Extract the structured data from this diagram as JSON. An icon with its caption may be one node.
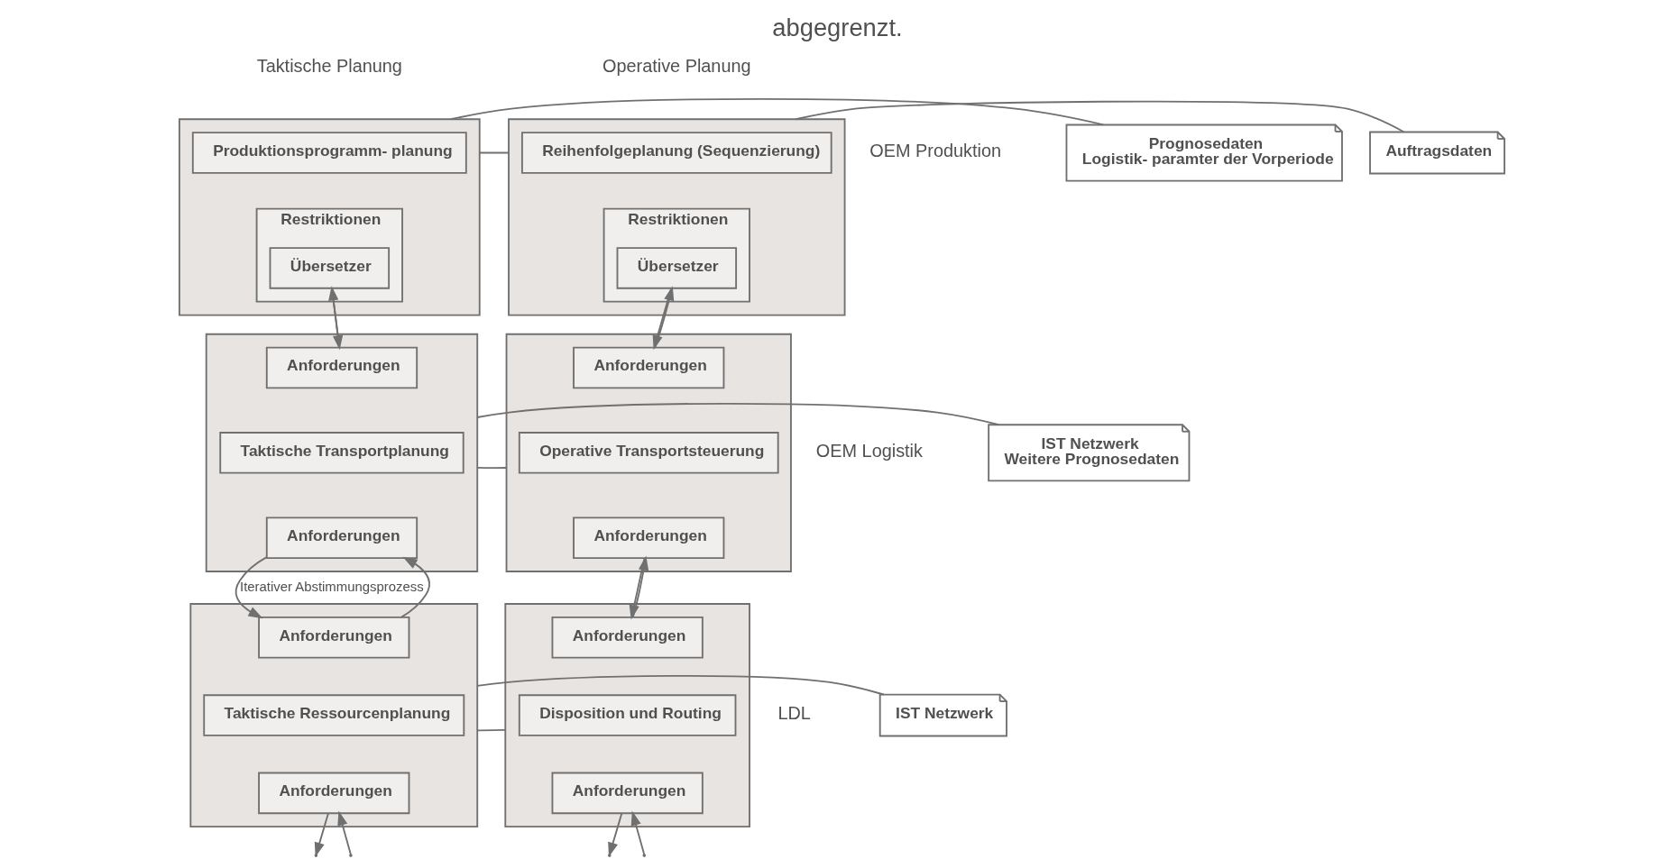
{
  "diagram": {
    "title": "abgegrenzt.",
    "nodes": [
      {
        "text": [],
        "shape": "chevron"
      },
      {
        "text": [
          "Produktionsprogramm- planung"
        ],
        "in": 0
      },
      {
        "text": [
          "Restriktionen"
        ],
        "in": 0
      },
      {
        "text": [
          "Übersetzer"
        ],
        "in": 2
      },
      {
        "text": [],
        "shape": "chevron"
      },
      {
        "text": [
          "Anforderungen"
        ],
        "in": 4
      },
      {
        "text": [
          "Taktische Transportplanung"
        ],
        "in": 4
      },
      {
        "text": [
          "Anforderungen"
        ],
        "in": 4
      },
      {
        "text": [],
        "shape": "chevron"
      },
      {
        "text": [
          "Anforderungen"
        ],
        "in": 8
      },
      {
        "text": [
          "Taktische Ressourcenplanung"
        ],
        "in": 8
      },
      {
        "text": [
          "Anforderungen"
        ],
        "in": 8
      },
      {
        "text": [],
        "shape": "chevron"
      },
      {
        "text": [
          "Reihenfolgeplanung (Sequenzierung)"
        ],
        "in": 12
      },
      {
        "text": [
          "Restriktionen"
        ],
        "in": 12
      },
      {
        "text": [
          "Übersetzer"
        ],
        "in": 14
      },
      {
        "text": [],
        "shape": "chevron"
      },
      {
        "text": [
          "Anforderungen"
        ],
        "in": 16
      },
      {
        "text": [
          "Operative Transportsteuerung"
        ],
        "in": 16
      },
      {
        "text": [
          "Anforderungen"
        ],
        "in": 16
      },
      {
        "text": [],
        "shape": "chevron"
      },
      {
        "text": [
          "Anforderungen"
        ],
        "in": 20
      },
      {
        "text": [
          "Disposition und Routing"
        ],
        "in": 20
      },
      {
        "text": [
          "Anforderungen"
        ],
        "in": 20
      },
      {
        "text": [
          "Prognosedaten",
          "Logistik- paramter der Vorperiode"
        ]
      },
      {
        "text": [
          "IST Netzwerk",
          "Weitere Prognosedaten"
        ]
      },
      {
        "text": [
          "IST Netzwerk"
        ]
      },
      {
        "text": [
          "Auftragsdaten"
        ]
      }
    ],
    "edges": [
      {
        "from": 24,
        "to": 0,
        "arrow": "none"
      },
      {
        "from": 0,
        "to": 12,
        "arrow": "none"
      },
      {
        "from": 27,
        "to": 12,
        "arrow": "none"
      },
      {
        "from": 25,
        "to": 4,
        "arrow": "none"
      },
      {
        "from": 4,
        "to": 16,
        "arrow": "none"
      },
      {
        "from": 26,
        "to": 8,
        "arrow": "none"
      },
      {
        "from": 8,
        "to": 20,
        "arrow": "none"
      },
      {
        "from": 3,
        "to": 5,
        "arrow": "to"
      },
      {
        "from": 5,
        "to": 3,
        "arrow": "to"
      },
      {
        "from": 15,
        "to": 17,
        "arrow": "to"
      },
      {
        "from": 17,
        "to": 15,
        "arrow": "to"
      },
      {
        "from": 7,
        "to": 9,
        "arrow": "to",
        "label": "Iterativer Abstimmungsprozess"
      },
      {
        "from": 9,
        "to": 7,
        "arrow": "to"
      },
      {
        "from": 19,
        "to": 21,
        "arrow": "to"
      },
      {
        "from": 21,
        "to": 19,
        "arrow": "to"
      },
      {
        "from": 11,
        "to": null,
        "arrow": "to"
      },
      {
        "from": null,
        "to": 11,
        "arrow": "to"
      },
      {
        "from": 23,
        "to": null,
        "arrow": "to"
      },
      {
        "from": null,
        "to": 23,
        "arrow": "to"
      }
    ],
    "labels": [
      "Taktische Planung",
      "Operative Planung",
      "OEM Produktion",
      "OEM Logistik",
      "LDL"
    ]
  }
}
